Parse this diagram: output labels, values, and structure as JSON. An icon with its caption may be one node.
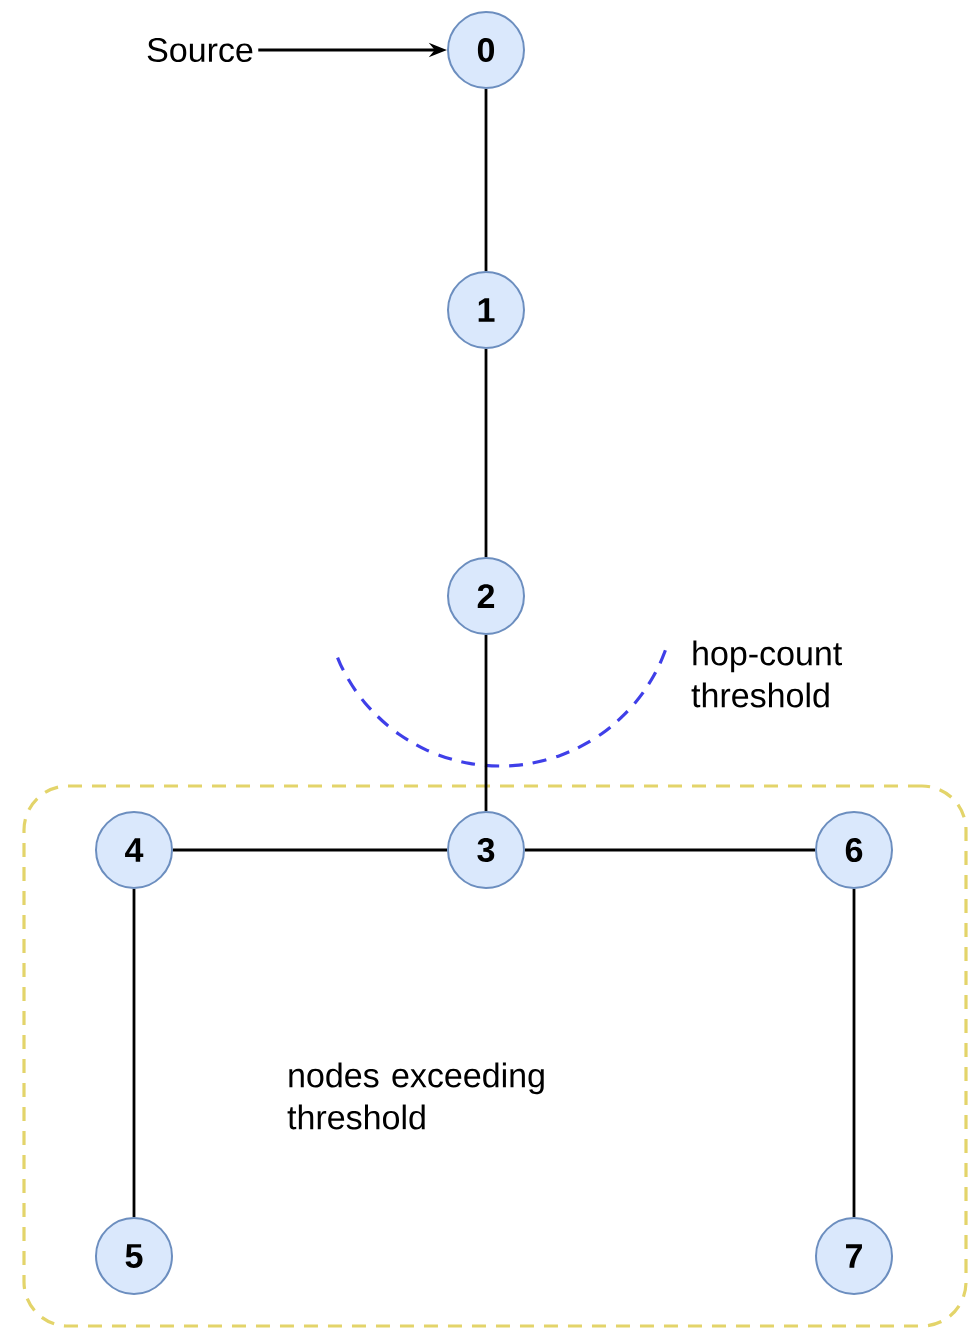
{
  "diagram": {
    "nodes": [
      {
        "text": [
          "Source"
        ]
      },
      {
        "text": [
          "0"
        ]
      },
      {
        "text": [
          "1"
        ]
      },
      {
        "text": [
          "2"
        ]
      },
      {
        "text": [
          "nodes exceeding threshold"
        ]
      },
      {
        "text": [
          "4"
        ],
        "in": 4
      },
      {
        "text": [
          "3"
        ],
        "in": 4
      },
      {
        "text": [
          "6"
        ],
        "in": 4
      },
      {
        "text": [
          "5"
        ],
        "in": 4
      },
      {
        "text": [
          "7"
        ],
        "in": 4
      }
    ],
    "edges": [
      {
        "from": 0,
        "to": 1,
        "arrow": "to"
      },
      {
        "from": 1,
        "to": 2,
        "arrow": "none"
      },
      {
        "from": 2,
        "to": 3,
        "arrow": "none"
      },
      {
        "from": 3,
        "to": 6,
        "arrow": "none"
      },
      {
        "from": 5,
        "to": 6,
        "arrow": "none"
      },
      {
        "from": 6,
        "to": 7,
        "arrow": "none"
      },
      {
        "from": 5,
        "to": 8,
        "arrow": "none"
      },
      {
        "from": 7,
        "to": 9,
        "arrow": "none"
      }
    ],
    "labels": [
      "hop-count threshold"
    ]
  }
}
